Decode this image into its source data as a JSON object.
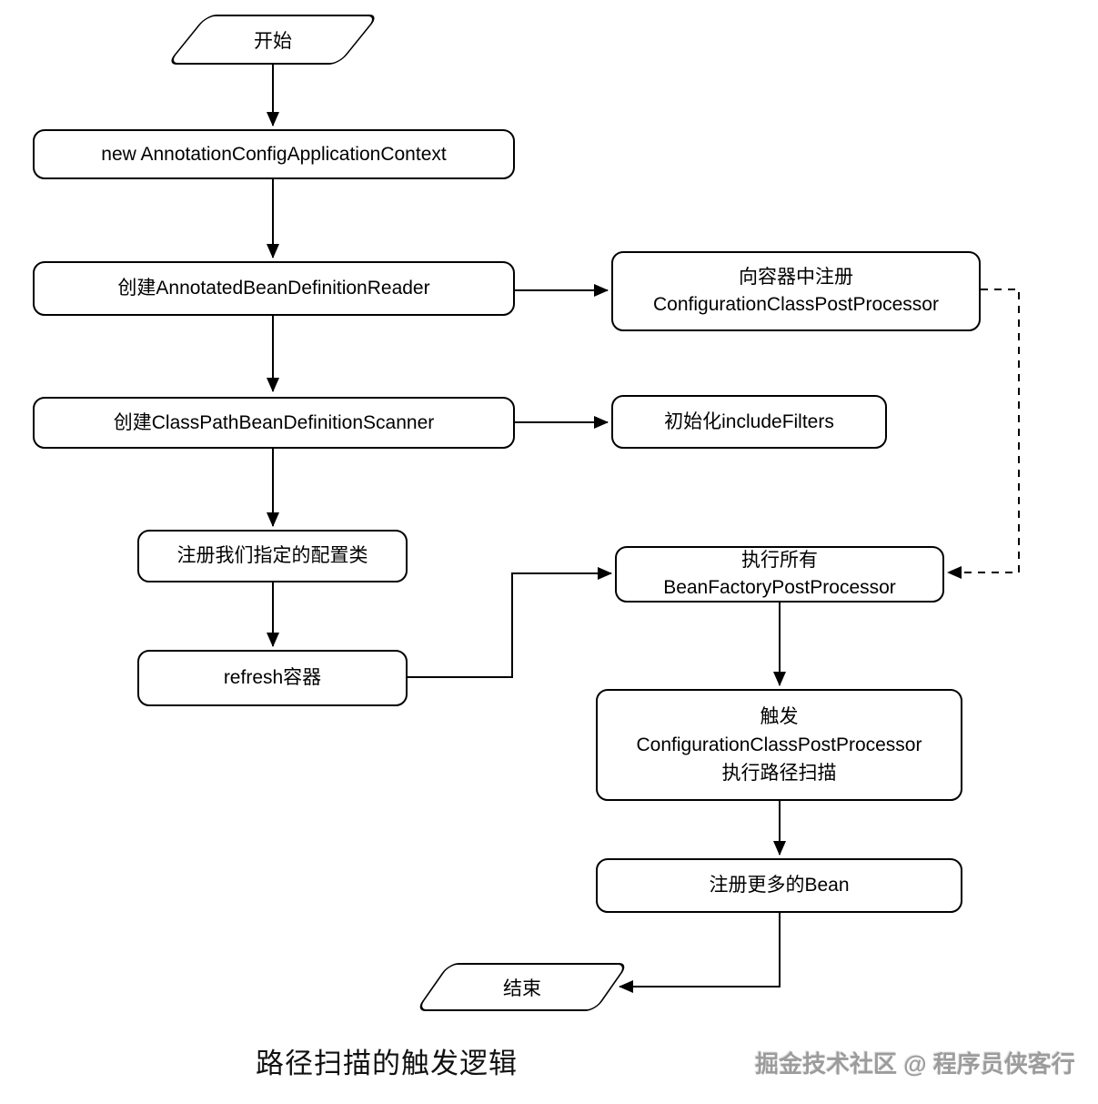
{
  "title": "路径扫描的触发逻辑",
  "watermark": "掘金技术社区 @ 程序员侠客行",
  "colors": {
    "stroke": "#000000",
    "text": "#000000",
    "watermark": "#9c9c9c",
    "background": "#ffffff"
  },
  "flowchart": {
    "start": {
      "label": "开始",
      "shape": "parallelogram"
    },
    "end": {
      "label": "结束",
      "shape": "parallelogram"
    },
    "nodes": {
      "new_context": {
        "label": "new AnnotationConfigApplicationContext"
      },
      "create_reader": {
        "label": "创建AnnotatedBeanDefinitionReader"
      },
      "register_ccpp": {
        "line1": "向容器中注册",
        "line2": "ConfigurationClassPostProcessor"
      },
      "create_scanner": {
        "label": "创建ClassPathBeanDefinitionScanner"
      },
      "init_filters": {
        "label": "初始化includeFilters"
      },
      "register_config": {
        "label": "注册我们指定的配置类"
      },
      "refresh": {
        "label": "refresh容器"
      },
      "exec_bfpp": {
        "line1": "执行所有",
        "line2": "BeanFactoryPostProcessor"
      },
      "trigger_scan": {
        "line1": "触发",
        "line2": "ConfigurationClassPostProcessor",
        "line3": "执行路径扫描"
      },
      "register_beans": {
        "label": "注册更多的Bean"
      }
    },
    "edges": [
      {
        "from": "start",
        "to": "new_context",
        "style": "solid"
      },
      {
        "from": "new_context",
        "to": "create_reader",
        "style": "solid"
      },
      {
        "from": "create_reader",
        "to": "register_ccpp",
        "style": "solid"
      },
      {
        "from": "create_reader",
        "to": "create_scanner",
        "style": "solid"
      },
      {
        "from": "create_scanner",
        "to": "init_filters",
        "style": "solid"
      },
      {
        "from": "create_scanner",
        "to": "register_config",
        "style": "solid"
      },
      {
        "from": "register_config",
        "to": "refresh",
        "style": "solid"
      },
      {
        "from": "refresh",
        "to": "exec_bfpp",
        "style": "solid"
      },
      {
        "from": "register_ccpp",
        "to": "exec_bfpp",
        "style": "dashed"
      },
      {
        "from": "exec_bfpp",
        "to": "trigger_scan",
        "style": "solid"
      },
      {
        "from": "trigger_scan",
        "to": "register_beans",
        "style": "solid"
      },
      {
        "from": "register_beans",
        "to": "end",
        "style": "solid"
      }
    ]
  }
}
